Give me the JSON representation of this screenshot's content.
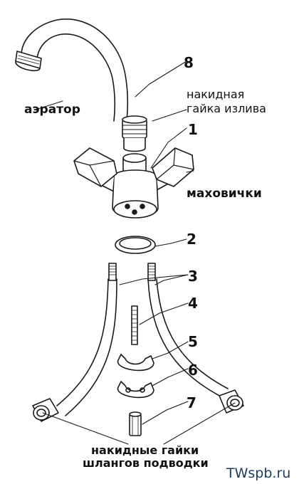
{
  "labels": {
    "n8": "8",
    "n1": "1",
    "n2": "2",
    "n3": "3",
    "n4": "4",
    "n5": "5",
    "n6": "6",
    "n7": "7",
    "aerator": "аэратор",
    "spout_nut_line1": "накидная",
    "spout_nut_line2": "гайка излива",
    "handwheels": "маховички",
    "hose_nuts_line1": "накидные гайки",
    "hose_nuts_line2": "шлангов подводки"
  },
  "watermark": "TWspb.ru",
  "colors": {
    "stroke": "#1a1a1a",
    "fill": "#ffffff",
    "shade": "#d8d8d8"
  }
}
